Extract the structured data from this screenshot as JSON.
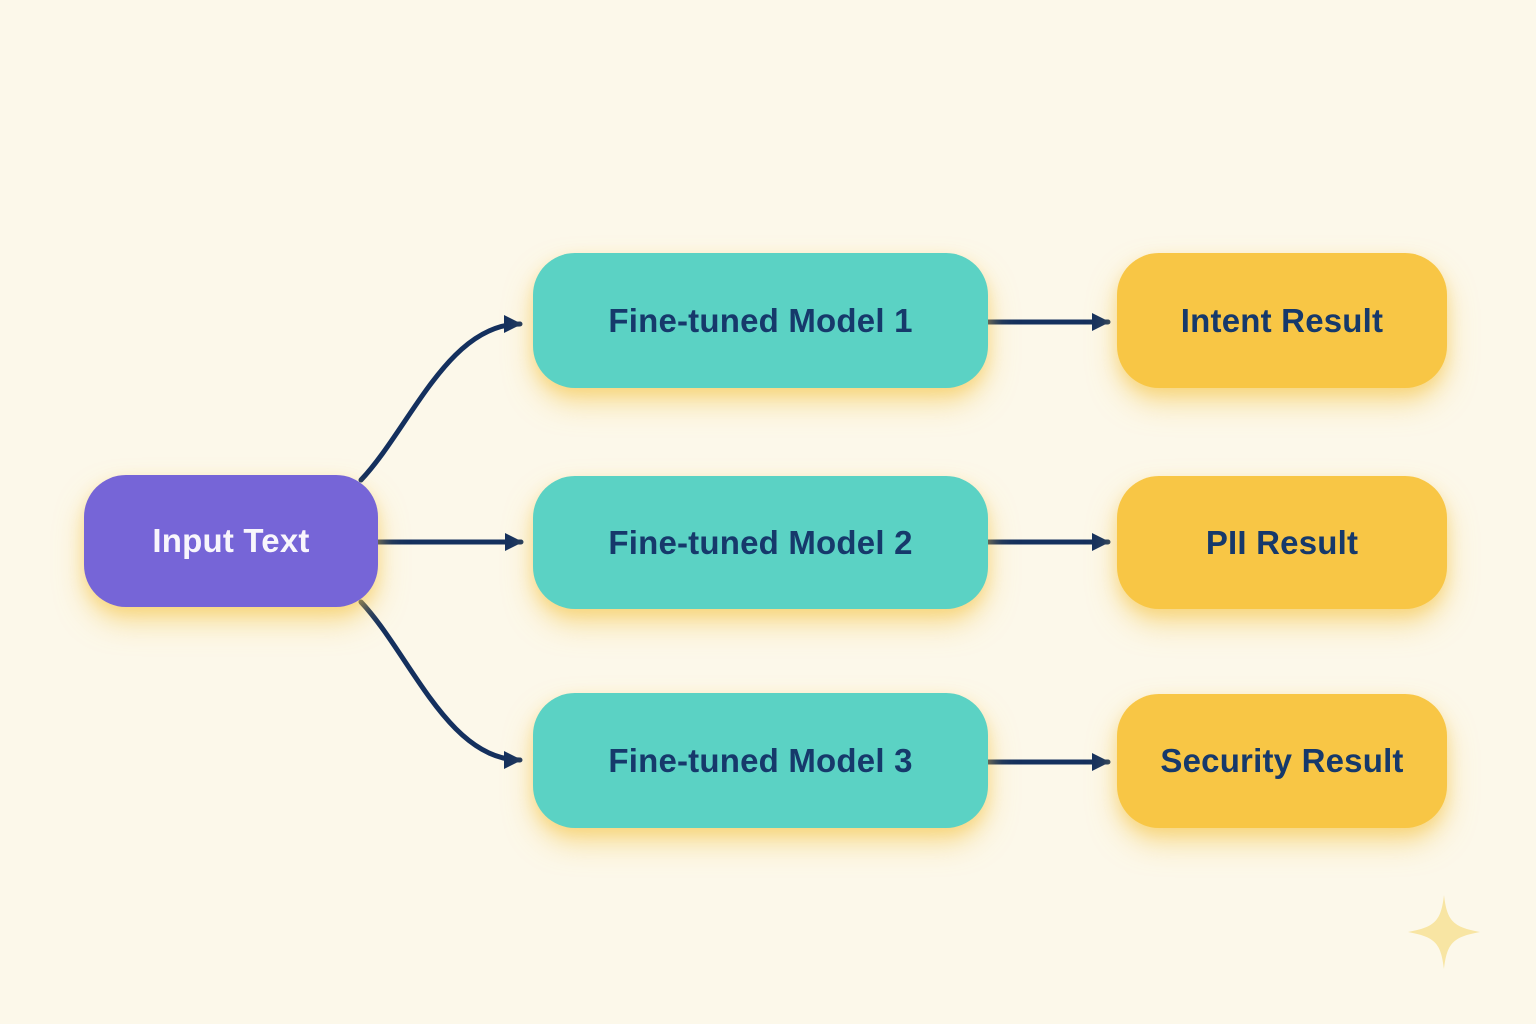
{
  "nodes": {
    "input": {
      "label": "Input Text",
      "fill": "#7665D7",
      "text_color": "#F8F6FC"
    },
    "model1": {
      "label": "Fine-tuned Model 1",
      "fill": "#5BD2C4",
      "text_color": "#16396B"
    },
    "model2": {
      "label": "Fine-tuned Model 2",
      "fill": "#5BD2C4",
      "text_color": "#16396B"
    },
    "model3": {
      "label": "Fine-tuned Model 3",
      "fill": "#5BD2C4",
      "text_color": "#16396B"
    },
    "result1": {
      "label": "Intent Result",
      "fill": "#F8C645",
      "text_color": "#16396B"
    },
    "result2": {
      "label": "PII Result",
      "fill": "#F8C645",
      "text_color": "#16396B"
    },
    "result3": {
      "label": "Security Result",
      "fill": "#F8C645",
      "text_color": "#16396B"
    }
  },
  "edges": [
    {
      "from": "input",
      "to": "model1"
    },
    {
      "from": "input",
      "to": "model2"
    },
    {
      "from": "input",
      "to": "model3"
    },
    {
      "from": "model1",
      "to": "result1"
    },
    {
      "from": "model2",
      "to": "result2"
    },
    {
      "from": "model3",
      "to": "result3"
    }
  ],
  "colors": {
    "background": "#FCF8EA",
    "arrow": "#14305E",
    "sparkle": "#F8E5A3"
  }
}
